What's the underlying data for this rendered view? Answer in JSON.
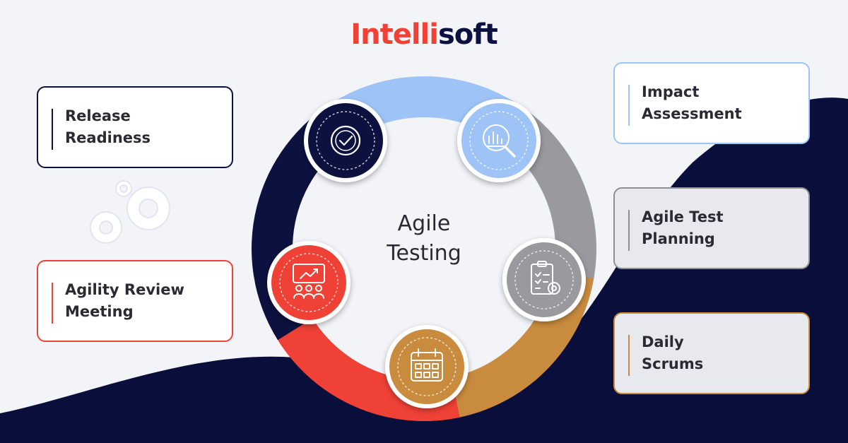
{
  "brand": {
    "part1": "Intelli",
    "part2": "soft"
  },
  "center_label": "Agile\nTesting",
  "cards": [
    {
      "label": "Release\nReadiness",
      "color": "#0c1140",
      "fill": "#ffffff"
    },
    {
      "label": "Agility Review\nMeeting",
      "color": "#ef4136",
      "fill": "#ffffff"
    },
    {
      "label": "Impact\nAssessment",
      "color": "#9ec4f7",
      "fill": "#ffffff"
    },
    {
      "label": "Agile Test\nPlanning",
      "color": "#8e8e93",
      "fill": "#e8e9ee"
    },
    {
      "label": "Daily\nScrums",
      "color": "#c98b3e",
      "fill": "#e8e9ee"
    }
  ],
  "colors": {
    "navy": "#0c1140",
    "red": "#ef4136",
    "light_blue": "#9ec4f7",
    "gray": "#9a9a9e",
    "orange": "#c98b3e"
  },
  "icons": [
    "checkmark-badge-icon",
    "chart-magnifier-icon",
    "clipboard-gear-icon",
    "calendar-icon",
    "presentation-team-icon"
  ]
}
